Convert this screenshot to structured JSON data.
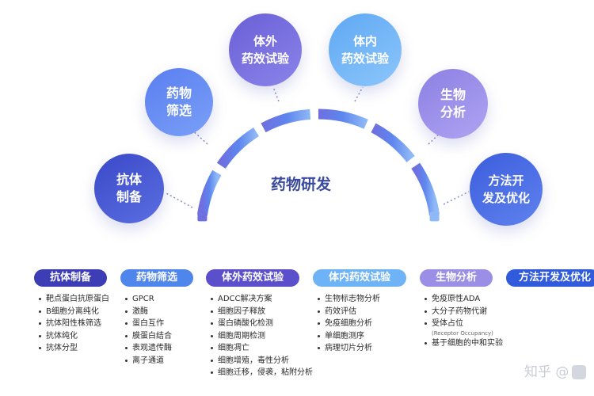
{
  "center_title": "药物研发",
  "stages": [
    {
      "label": "抗体\n制备",
      "color_from": "#3a49c9",
      "color_to": "#5b6ee0"
    },
    {
      "label": "药物\n筛选",
      "color_from": "#5a7ef0",
      "color_to": "#7aa0f7"
    },
    {
      "label": "体外\n药效试验",
      "color_from": "#6a5fd6",
      "color_to": "#8b84ea"
    },
    {
      "label": "体内\n药效试验",
      "color_from": "#5fa8f3",
      "color_to": "#8cc6fb"
    },
    {
      "label": "生物\n分析",
      "color_from": "#8c7fe3",
      "color_to": "#aea4f2"
    },
    {
      "label": "方法开\n发及优化",
      "color_from": "#3c5ddc",
      "color_to": "#5f82ef"
    }
  ],
  "columns": [
    {
      "header": "抗体制备",
      "color": "#3d3db5",
      "items": [
        "靶点蛋白抗原蛋白",
        "B细胞分离纯化",
        "抗体阳性株筛选",
        "抗体纯化",
        "抗体分型"
      ]
    },
    {
      "header": "药物筛选",
      "color": "#4f86ec",
      "items": [
        "GPCR",
        "激酶",
        "蛋白互作",
        "膜蛋白结合",
        "表观遗传酶",
        "离子通道"
      ]
    },
    {
      "header": "体外药效试验",
      "color": "#5b4fcc",
      "items": [
        "ADCC解决方案",
        "细胞因子释放",
        "蛋白磷酸化检测",
        "细胞周期检测",
        "细胞凋亡",
        "细胞增殖，毒性分析",
        "细胞迁移，侵袭，粘附分析"
      ]
    },
    {
      "header": "体内药效试验",
      "color": "#6db3f5",
      "items": [
        "生物标志物分析",
        "药效评估",
        "免疫细胞分析",
        "单细胞测序",
        "病理切片分析"
      ]
    },
    {
      "header": "生物分析",
      "color": "#9a8ee6",
      "items": [
        "免疫原性ADA",
        "大分子药物代谢",
        "受体占位",
        "基于细胞的中和实验"
      ],
      "notes": {
        "2": "(Receptor Occupancy)"
      }
    },
    {
      "header": "方法开发及优化",
      "color": "#2f5bdc",
      "items": []
    }
  ],
  "watermark": "知乎 @"
}
